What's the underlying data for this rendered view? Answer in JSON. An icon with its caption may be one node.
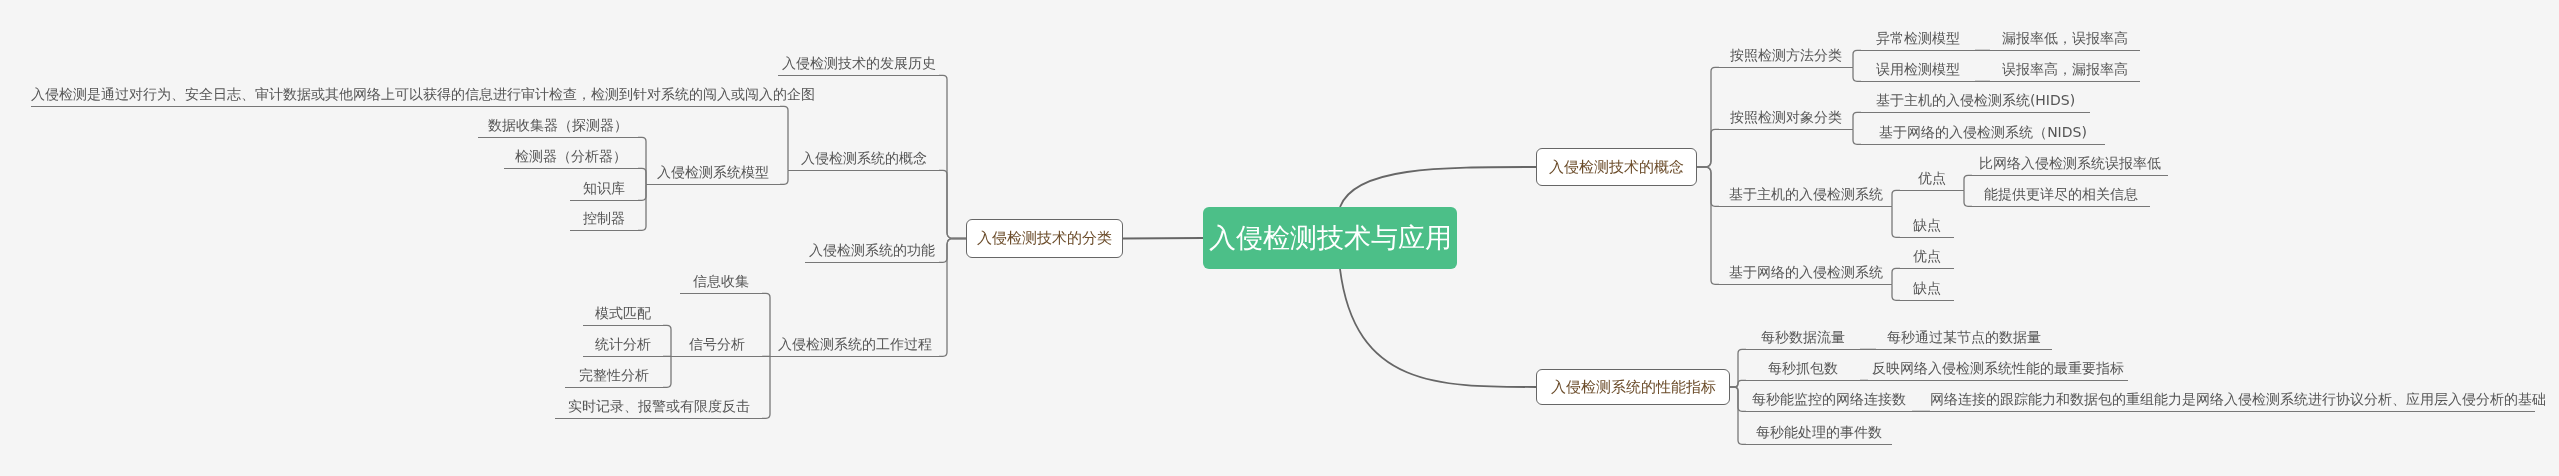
{
  "diagram": {
    "nodes": [
      {
        "text": [
          "入侵检测技术与应用"
        ]
      },
      {
        "text": [
          "入侵检测技术的分类"
        ]
      },
      {
        "text": [
          "入侵检测技术的发展历史"
        ]
      },
      {
        "text": [
          "入侵检测系统的概念"
        ]
      },
      {
        "text": [
          "入侵检测是通过对行为、安全日志、审计数据或其他网络上可以获得的信息进行审计检查，检测到针对系统的闯入或闯入的企图"
        ]
      },
      {
        "text": [
          "入侵检测系统模型"
        ]
      },
      {
        "text": [
          "数据收集器（探测器）"
        ]
      },
      {
        "text": [
          "检测器（分析器）"
        ]
      },
      {
        "text": [
          "知识库"
        ]
      },
      {
        "text": [
          "控制器"
        ]
      },
      {
        "text": [
          "入侵检测系统的功能"
        ]
      },
      {
        "text": [
          "入侵检测系统的工作过程"
        ]
      },
      {
        "text": [
          "信息收集"
        ]
      },
      {
        "text": [
          "信号分析"
        ]
      },
      {
        "text": [
          "模式匹配"
        ]
      },
      {
        "text": [
          "统计分析"
        ]
      },
      {
        "text": [
          "完整性分析"
        ]
      },
      {
        "text": [
          "实时记录、报警或有限度反击"
        ]
      },
      {
        "text": [
          "入侵检测技术的概念"
        ]
      },
      {
        "text": [
          "按照检测方法分类"
        ]
      },
      {
        "text": [
          "异常检测模型"
        ]
      },
      {
        "text": [
          "漏报率低，误报率高"
        ]
      },
      {
        "text": [
          "误用检测模型"
        ]
      },
      {
        "text": [
          "误报率高，漏报率高"
        ]
      },
      {
        "text": [
          "按照检测对象分类"
        ]
      },
      {
        "text": [
          "基于主机的入侵检测系统(HIDS)"
        ]
      },
      {
        "text": [
          "基于网络的入侵检测系统（NIDS)"
        ]
      },
      {
        "text": [
          "基于主机的入侵检测系统"
        ]
      },
      {
        "text": [
          "优点"
        ]
      },
      {
        "text": [
          "比网络入侵检测系统误报率低"
        ]
      },
      {
        "text": [
          "能提供更详尽的相关信息"
        ]
      },
      {
        "text": [
          "缺点"
        ]
      },
      {
        "text": [
          "基于网络的入侵检测系统"
        ]
      },
      {
        "text": [
          "优点"
        ]
      },
      {
        "text": [
          "缺点"
        ]
      },
      {
        "text": [
          "入侵检测系统的性能指标"
        ]
      },
      {
        "text": [
          "每秒数据流量"
        ]
      },
      {
        "text": [
          "每秒通过某节点的数据量"
        ]
      },
      {
        "text": [
          "每秒抓包数"
        ]
      },
      {
        "text": [
          "反映网络入侵检测系统性能的最重要指标"
        ]
      },
      {
        "text": [
          "每秒能监控的网络连接数"
        ]
      },
      {
        "text": [
          "网络连接的跟踪能力和数据包的重组能力是网络入侵检测系统进行协议分析、应用层入侵分析的基础"
        ]
      },
      {
        "text": [
          "每秒能处理的事件数"
        ]
      }
    ],
    "edges": [
      {
        "from": 0,
        "to": 1,
        "arrow": "none"
      },
      {
        "from": 1,
        "to": 2,
        "arrow": "none"
      },
      {
        "from": 1,
        "to": 3,
        "arrow": "none"
      },
      {
        "from": 3,
        "to": 4,
        "arrow": "none"
      },
      {
        "from": 3,
        "to": 5,
        "arrow": "none"
      },
      {
        "from": 5,
        "to": 6,
        "arrow": "none"
      },
      {
        "from": 5,
        "to": 7,
        "arrow": "none"
      },
      {
        "from": 5,
        "to": 8,
        "arrow": "none"
      },
      {
        "from": 5,
        "to": 9,
        "arrow": "none"
      },
      {
        "from": 1,
        "to": 10,
        "arrow": "none"
      },
      {
        "from": 1,
        "to": 11,
        "arrow": "none"
      },
      {
        "from": 11,
        "to": 12,
        "arrow": "none"
      },
      {
        "from": 11,
        "to": 13,
        "arrow": "none"
      },
      {
        "from": 13,
        "to": 14,
        "arrow": "none"
      },
      {
        "from": 13,
        "to": 15,
        "arrow": "none"
      },
      {
        "from": 13,
        "to": 16,
        "arrow": "none"
      },
      {
        "from": 11,
        "to": 17,
        "arrow": "none"
      },
      {
        "from": 0,
        "to": 18,
        "arrow": "none"
      },
      {
        "from": 18,
        "to": 19,
        "arrow": "none"
      },
      {
        "from": 19,
        "to": 20,
        "arrow": "none"
      },
      {
        "from": 20,
        "to": 21,
        "arrow": "none"
      },
      {
        "from": 19,
        "to": 22,
        "arrow": "none"
      },
      {
        "from": 22,
        "to": 23,
        "arrow": "none"
      },
      {
        "from": 18,
        "to": 24,
        "arrow": "none"
      },
      {
        "from": 24,
        "to": 25,
        "arrow": "none"
      },
      {
        "from": 24,
        "to": 26,
        "arrow": "none"
      },
      {
        "from": 18,
        "to": 27,
        "arrow": "none"
      },
      {
        "from": 27,
        "to": 28,
        "arrow": "none"
      },
      {
        "from": 28,
        "to": 29,
        "arrow": "none"
      },
      {
        "from": 28,
        "to": 30,
        "arrow": "none"
      },
      {
        "from": 27,
        "to": 31,
        "arrow": "none"
      },
      {
        "from": 18,
        "to": 32,
        "arrow": "none"
      },
      {
        "from": 32,
        "to": 33,
        "arrow": "none"
      },
      {
        "from": 32,
        "to": 34,
        "arrow": "none"
      },
      {
        "from": 0,
        "to": 35,
        "arrow": "none"
      },
      {
        "from": 35,
        "to": 36,
        "arrow": "none"
      },
      {
        "from": 36,
        "to": 37,
        "arrow": "none"
      },
      {
        "from": 35,
        "to": 38,
        "arrow": "none"
      },
      {
        "from": 38,
        "to": 39,
        "arrow": "none"
      },
      {
        "from": 35,
        "to": 40,
        "arrow": "none"
      },
      {
        "from": 40,
        "to": 41,
        "arrow": "none"
      },
      {
        "from": 35,
        "to": 42,
        "arrow": "none"
      }
    ]
  }
}
